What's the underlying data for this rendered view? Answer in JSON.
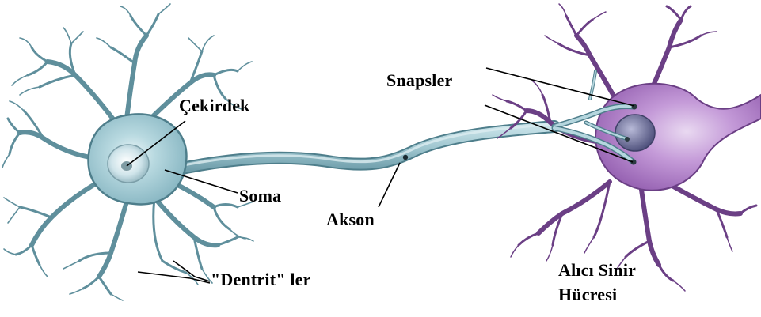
{
  "labels": {
    "nucleus": "Çekirdek",
    "soma": "Soma",
    "axon": "Akson",
    "dendrites": "\"Dentrit\" ler",
    "synapses": "Snapsler",
    "receiver_line1": "Alıcı Sinir",
    "receiver_line2": "Hücresi"
  },
  "colors": {
    "neuron_fill": "#9fc6cf",
    "neuron_stroke": "#4e7e8b",
    "nucleus_highlight": "#e6f3f6",
    "nucleus_core": "#7f9ba3",
    "receiver_fill": "#a873c4",
    "receiver_stroke": "#6b3f85",
    "receiver_nucleus": "#5d5f8a",
    "line": "#000000"
  }
}
